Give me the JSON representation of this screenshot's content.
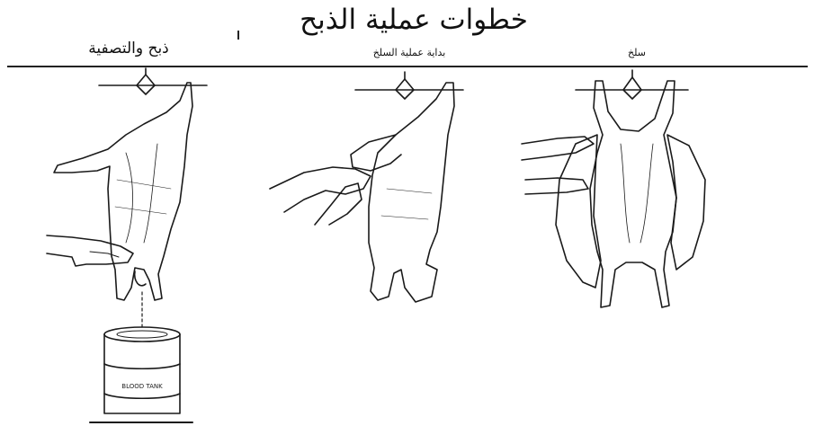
{
  "title": "خطوات عملية الذبح",
  "steps": [
    {
      "label": "ذبح والتصفية"
    },
    {
      "label": "بداية عملية السلخ"
    },
    {
      "label": "سلخ"
    }
  ],
  "drum_text": "BLOOD TANK"
}
